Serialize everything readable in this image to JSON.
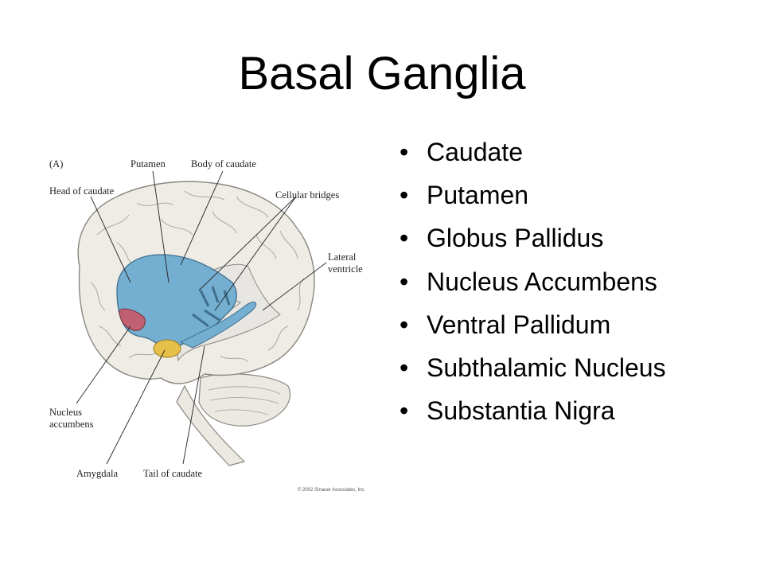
{
  "slide": {
    "title": "Basal Ganglia"
  },
  "bullets": [
    "Caudate",
    "Putamen",
    "Globus Pallidus",
    "Nucleus Accumbens",
    "Ventral Pallidum",
    "Subthalamic Nucleus",
    "Substantia Nigra"
  ],
  "figure": {
    "panel_label": "(A)",
    "labels": {
      "putamen": "Putamen",
      "body_of_caudate": "Body of caudate",
      "head_of_caudate": "Head of caudate",
      "cellular_bridges": "Cellular bridges",
      "lateral": "Lateral",
      "ventricle": "ventricle",
      "nucleus": "Nucleus",
      "accumbens": "accumbens",
      "amygdala": "Amygdala",
      "tail_of_caudate": "Tail of caudate"
    },
    "copyright": "© 2002 Sinauer Associates, Inc.",
    "colors": {
      "brain": "#efece6",
      "brain_outline": "#8a8680",
      "basal_ganglia": "#74aed0",
      "nucleus_accumbens": "#c06070",
      "amygdala": "#e6c04a",
      "ventricle": "#e8e6e2"
    }
  }
}
